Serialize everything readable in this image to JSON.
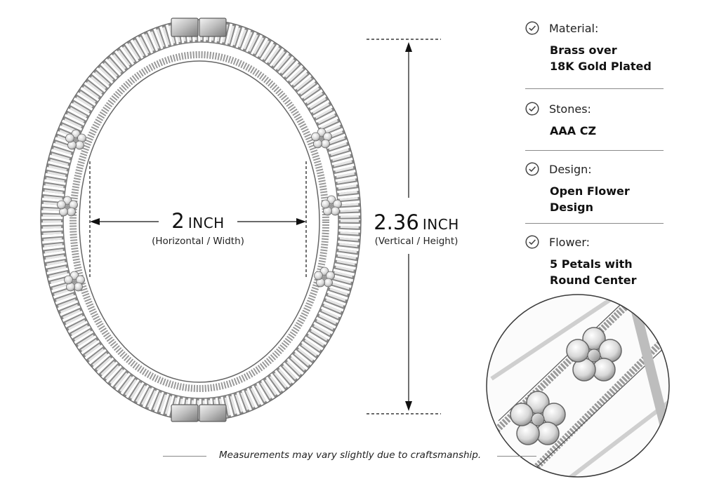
{
  "dimensions": {
    "width": {
      "value": "2",
      "unit": "INCH",
      "caption": "(Horizontal / Width)"
    },
    "height": {
      "value": "2.36",
      "unit": "INCH",
      "caption": "(Vertical / Height)"
    }
  },
  "specs": [
    {
      "label": "Material:",
      "value_lines": [
        "Brass over",
        "18K Gold Plated"
      ]
    },
    {
      "label": "Stones:",
      "value_lines": [
        "AAA CZ"
      ]
    },
    {
      "label": "Design:",
      "value_lines": [
        "Open Flower",
        "Design"
      ]
    },
    {
      "label": "Flower:",
      "value_lines": [
        "5 Petals with",
        "Round Center"
      ]
    }
  ],
  "footnote": "Measurements may vary slightly due to craftsmanship.",
  "icons": {
    "spec_marker": "check-circle-icon"
  },
  "colors": {
    "metal": "#c9c9c9",
    "metal_dark": "#7d7d7d",
    "text": "#111111",
    "rule": "#8a8a8a"
  }
}
